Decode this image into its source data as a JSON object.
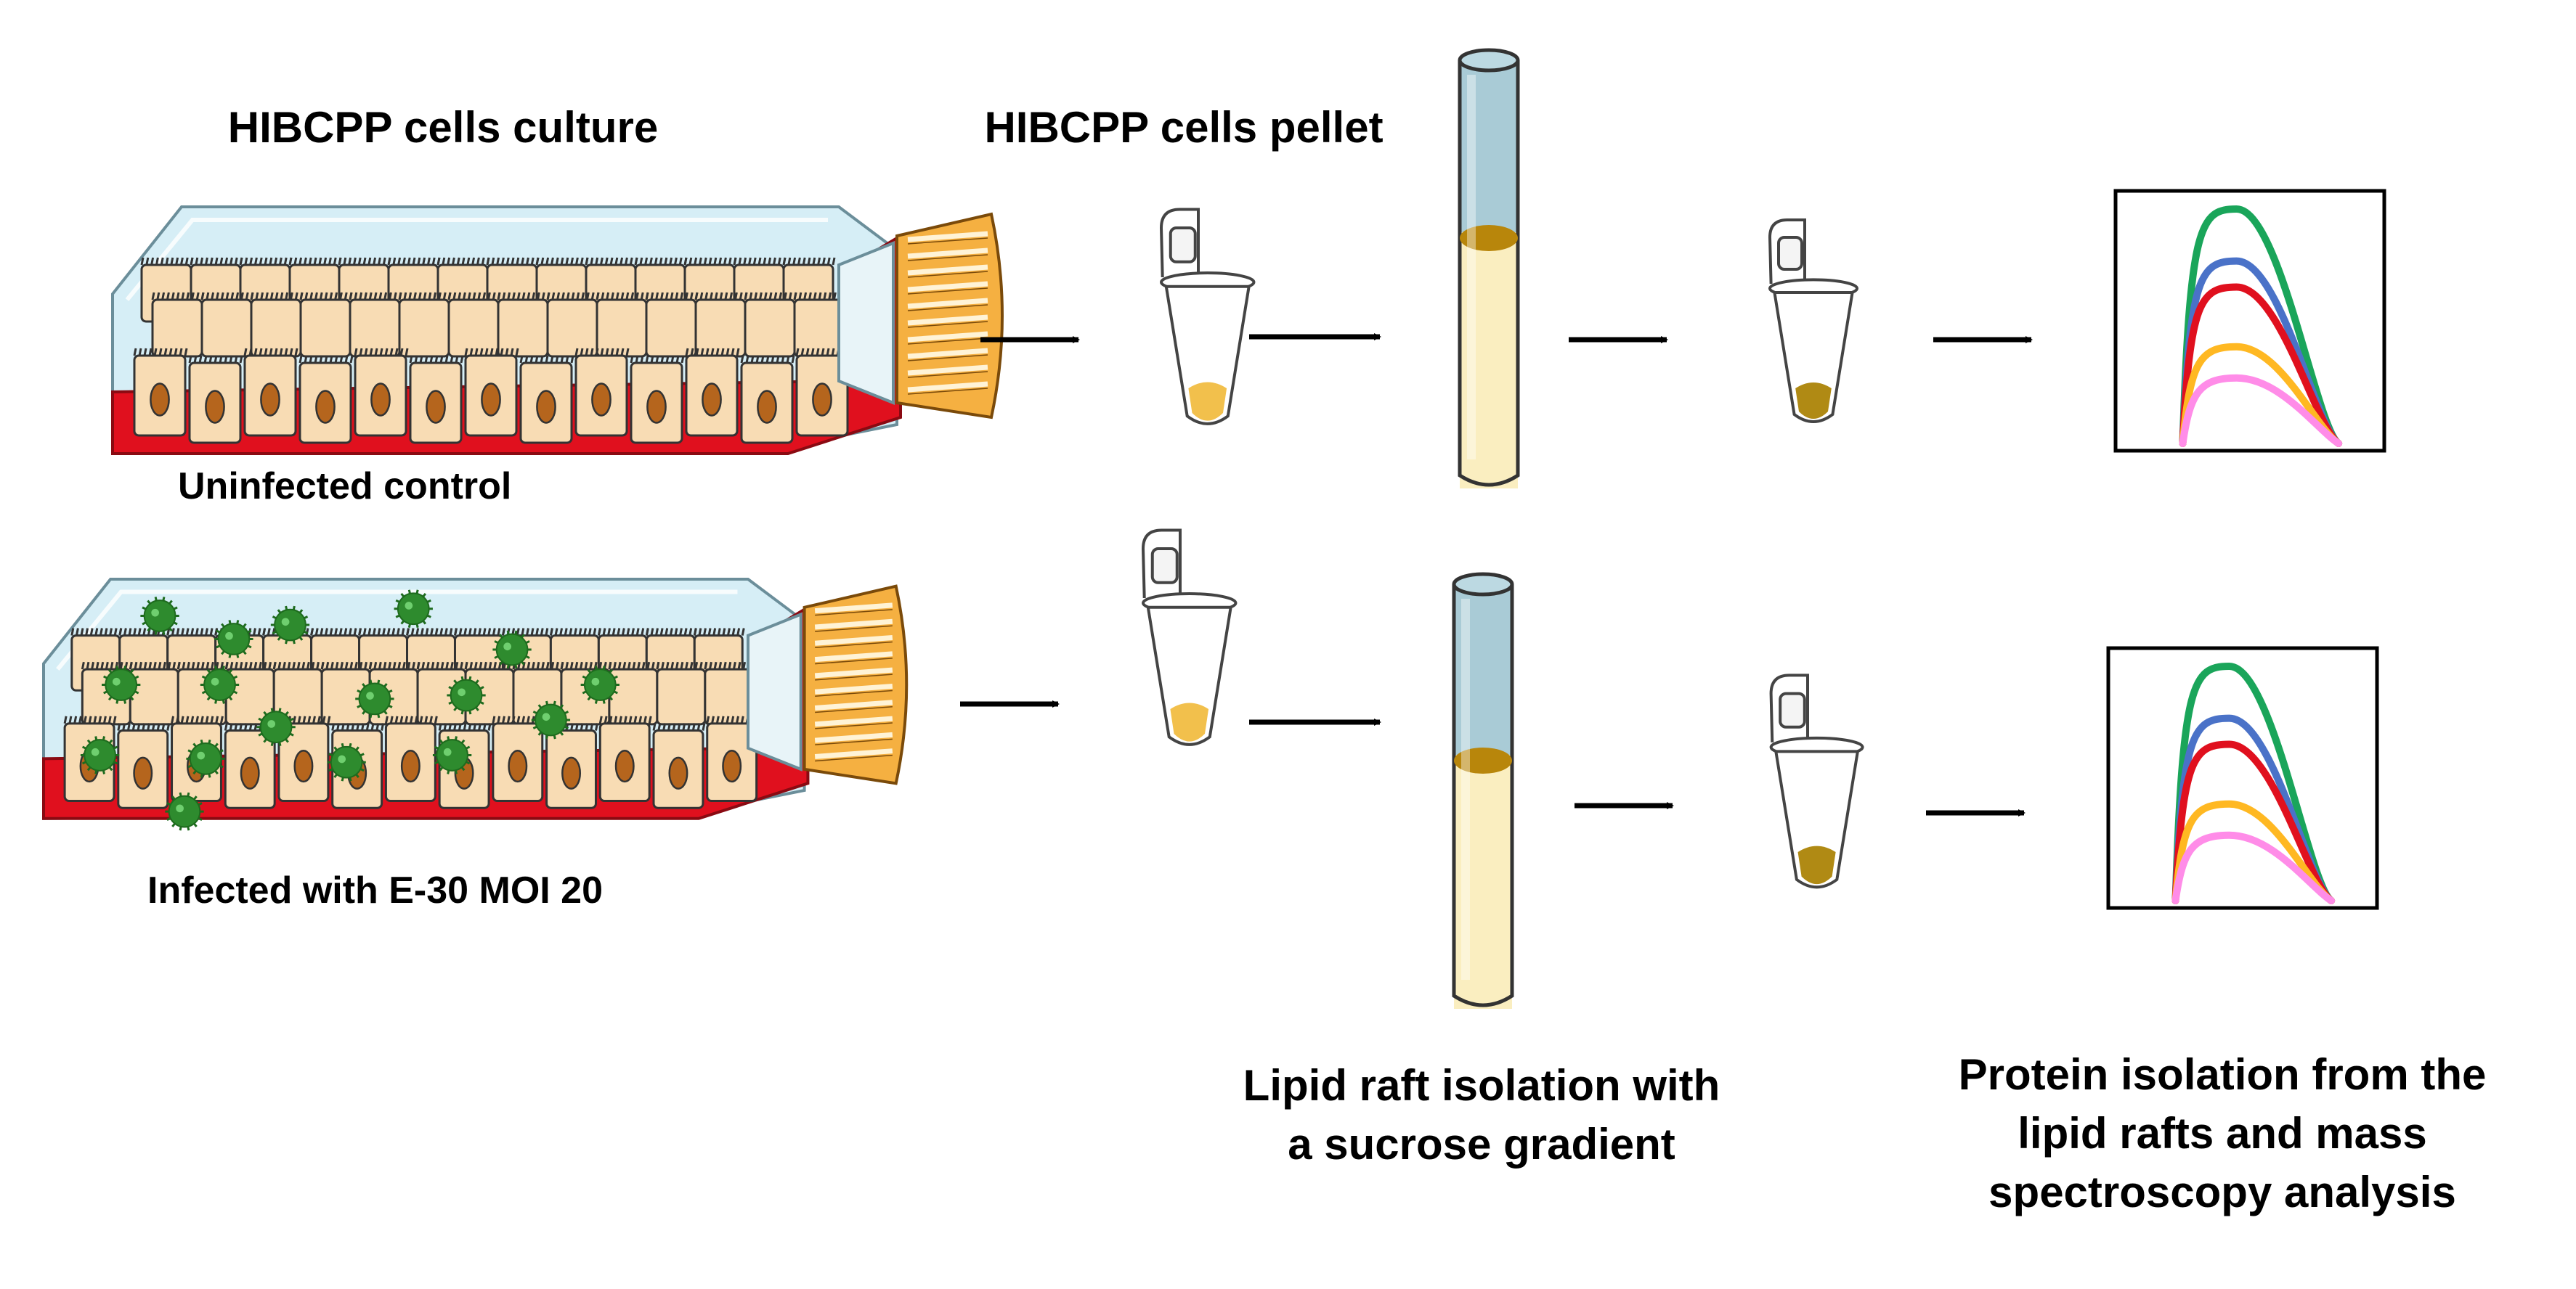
{
  "labels": {
    "culture_title": "HIBCPP cells culture",
    "pellet_title": "HIBCPP cells pellet",
    "uninfected": "Uninfected control",
    "infected": "Infected with E-30 MOI 20",
    "lipid_line1": "Lipid raft isolation with",
    "lipid_line2": "a sucrose gradient",
    "protein_line1": "Protein isolation from the",
    "protein_line2": "lipid rafts and mass",
    "protein_line3": "spectroscopy analysis"
  },
  "colors": {
    "medium": "#e0101e",
    "flask_glass": "#d6eef6",
    "cell": "#f8dcb4",
    "nucleus": "#b5651d",
    "cap": "#f5b041",
    "virus": "#2e8b2e",
    "tube_top": "#a9cbd6",
    "tube_bottom": "#faeec0",
    "raft_band": "#b8860b",
    "pellet_light": "#f2c04c",
    "pellet_dark": "#b08a14",
    "spectrum_green": "#1aa55a",
    "spectrum_blue": "#4a72c8",
    "spectrum_red": "#e0101e",
    "spectrum_orange": "#ffb822",
    "spectrum_pink": "#ff8ce8"
  },
  "icons": [
    "culture-flask-icon",
    "virus-particle-icon",
    "microcentrifuge-tube-icon",
    "ultracentrifuge-tube-icon",
    "spectrum-chart-icon",
    "arrow-right-icon"
  ]
}
